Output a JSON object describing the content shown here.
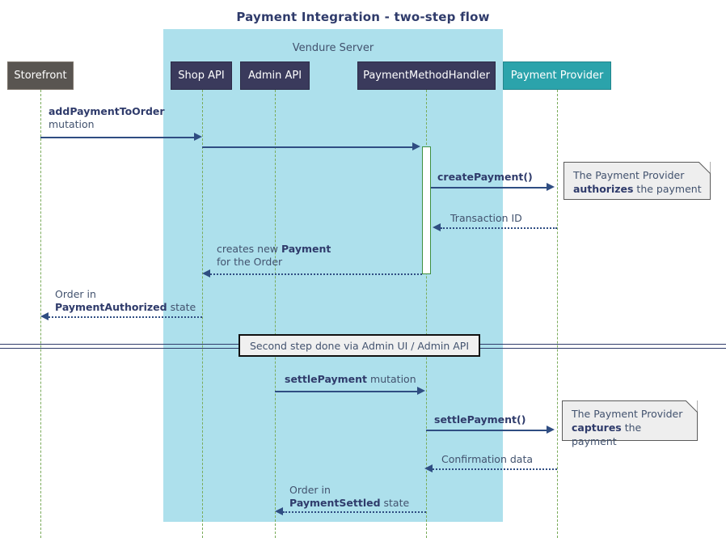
{
  "diagram": {
    "title": "Payment Integration - two-step flow",
    "type": "sequence-diagram",
    "group": {
      "label": "Vendure Server"
    },
    "participants": [
      {
        "id": "storefront",
        "label": "Storefront",
        "color": "#595551"
      },
      {
        "id": "shop-api",
        "label": "Shop API",
        "color": "#3a3a5c"
      },
      {
        "id": "admin-api",
        "label": "Admin API",
        "color": "#3a3a5c"
      },
      {
        "id": "pmh",
        "label": "PaymentMethodHandler",
        "color": "#3a3a5c"
      },
      {
        "id": "provider",
        "label": "Payment Provider",
        "color": "#2ba3ab"
      }
    ],
    "messages": [
      {
        "id": "m1",
        "from": "storefront",
        "to": "shop-api",
        "style": "solid",
        "line1_bold": "addPaymentToOrder",
        "line1_rest": "",
        "line2": "mutation"
      },
      {
        "id": "m2",
        "from": "shop-api",
        "to": "pmh",
        "style": "solid",
        "line1_bold": "",
        "line1_rest": "",
        "line2": ""
      },
      {
        "id": "m3",
        "from": "pmh",
        "to": "provider",
        "style": "solid",
        "line1_bold": "createPayment()",
        "line1_rest": "",
        "line2": ""
      },
      {
        "id": "m4",
        "from": "provider",
        "to": "pmh",
        "style": "dotted",
        "line1_bold": "",
        "line1_rest": "Transaction ID",
        "line2": ""
      },
      {
        "id": "m5",
        "from": "pmh",
        "to": "shop-api",
        "style": "dotted",
        "line1_pre": "creates new ",
        "line1_bold": "Payment",
        "line2": "for the Order"
      },
      {
        "id": "m6",
        "from": "shop-api",
        "to": "storefront",
        "style": "dotted",
        "line1_rest": "Order in",
        "line2_bold": "PaymentAuthorized",
        "line2_post": " state"
      },
      {
        "id": "m7",
        "from": "admin-api",
        "to": "pmh",
        "style": "solid",
        "line1_bold": "settlePayment",
        "line1_post": " mutation"
      },
      {
        "id": "m8",
        "from": "pmh",
        "to": "provider",
        "style": "solid",
        "line1_bold": "settlePayment()"
      },
      {
        "id": "m9",
        "from": "provider",
        "to": "pmh",
        "style": "dotted",
        "line1_rest": "Confirmation data"
      },
      {
        "id": "m10",
        "from": "pmh",
        "to": "admin-api",
        "style": "dotted",
        "line1_rest": "Order in",
        "line2_bold": "PaymentSettled",
        "line2_post": " state"
      }
    ],
    "notes": [
      {
        "id": "note-authorize",
        "line1": "The Payment Provider",
        "line2_bold": "authorizes",
        "line2_rest": " the payment"
      },
      {
        "id": "note-capture",
        "line1": "The Payment Provider",
        "line2_bold": "captures",
        "line2_rest": " the payment"
      }
    ],
    "divider": {
      "label": "Second step done via Admin UI / Admin API"
    },
    "colors": {
      "group_fill": "#ade0ec",
      "arrow": "#2f4d82",
      "lifeline": "#7aab5a",
      "text": "#42526e",
      "title": "#2f3b6b",
      "note_fill": "#eeeeee",
      "activation_border": "#3f8f3f"
    }
  }
}
